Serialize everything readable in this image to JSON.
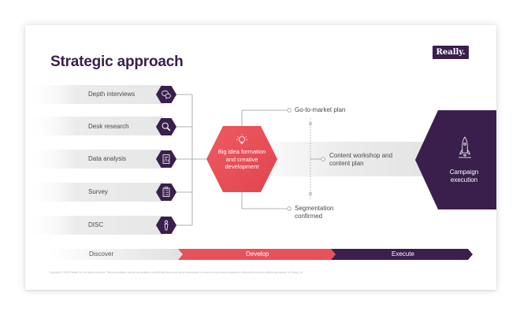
{
  "title": "Strategic approach",
  "logo": "Really.",
  "research_methods": [
    "Depth interviews",
    "Desk research",
    "Data analysis",
    "Survey",
    "DISC"
  ],
  "method_icons": [
    "chat-bubbles-icon",
    "magnifier-icon",
    "document-chart-icon",
    "clipboard-checklist-icon",
    "person-icon"
  ],
  "central_hub": "Big idea formation and creative development",
  "branches": {
    "top": "Go-to-market plan",
    "middle": "Content workshop and content plan",
    "bottom": "Segmentation confirmed"
  },
  "outcome": "Campaign execution",
  "outcome_icon": "rocket-icon",
  "phases": [
    "Discover",
    "Develop",
    "Execute"
  ],
  "colors": {
    "purple": "#3a1f4d",
    "coral": "#e8505b",
    "grey_band": "#ececec",
    "line": "#9a9a9a"
  },
  "footer": "Copyright © 2019 Really Ltd. All rights reserved. This presentation and all its content is confidential and must not be reproduced or used by any means whatsoever without the express written permission of Really Ltd."
}
